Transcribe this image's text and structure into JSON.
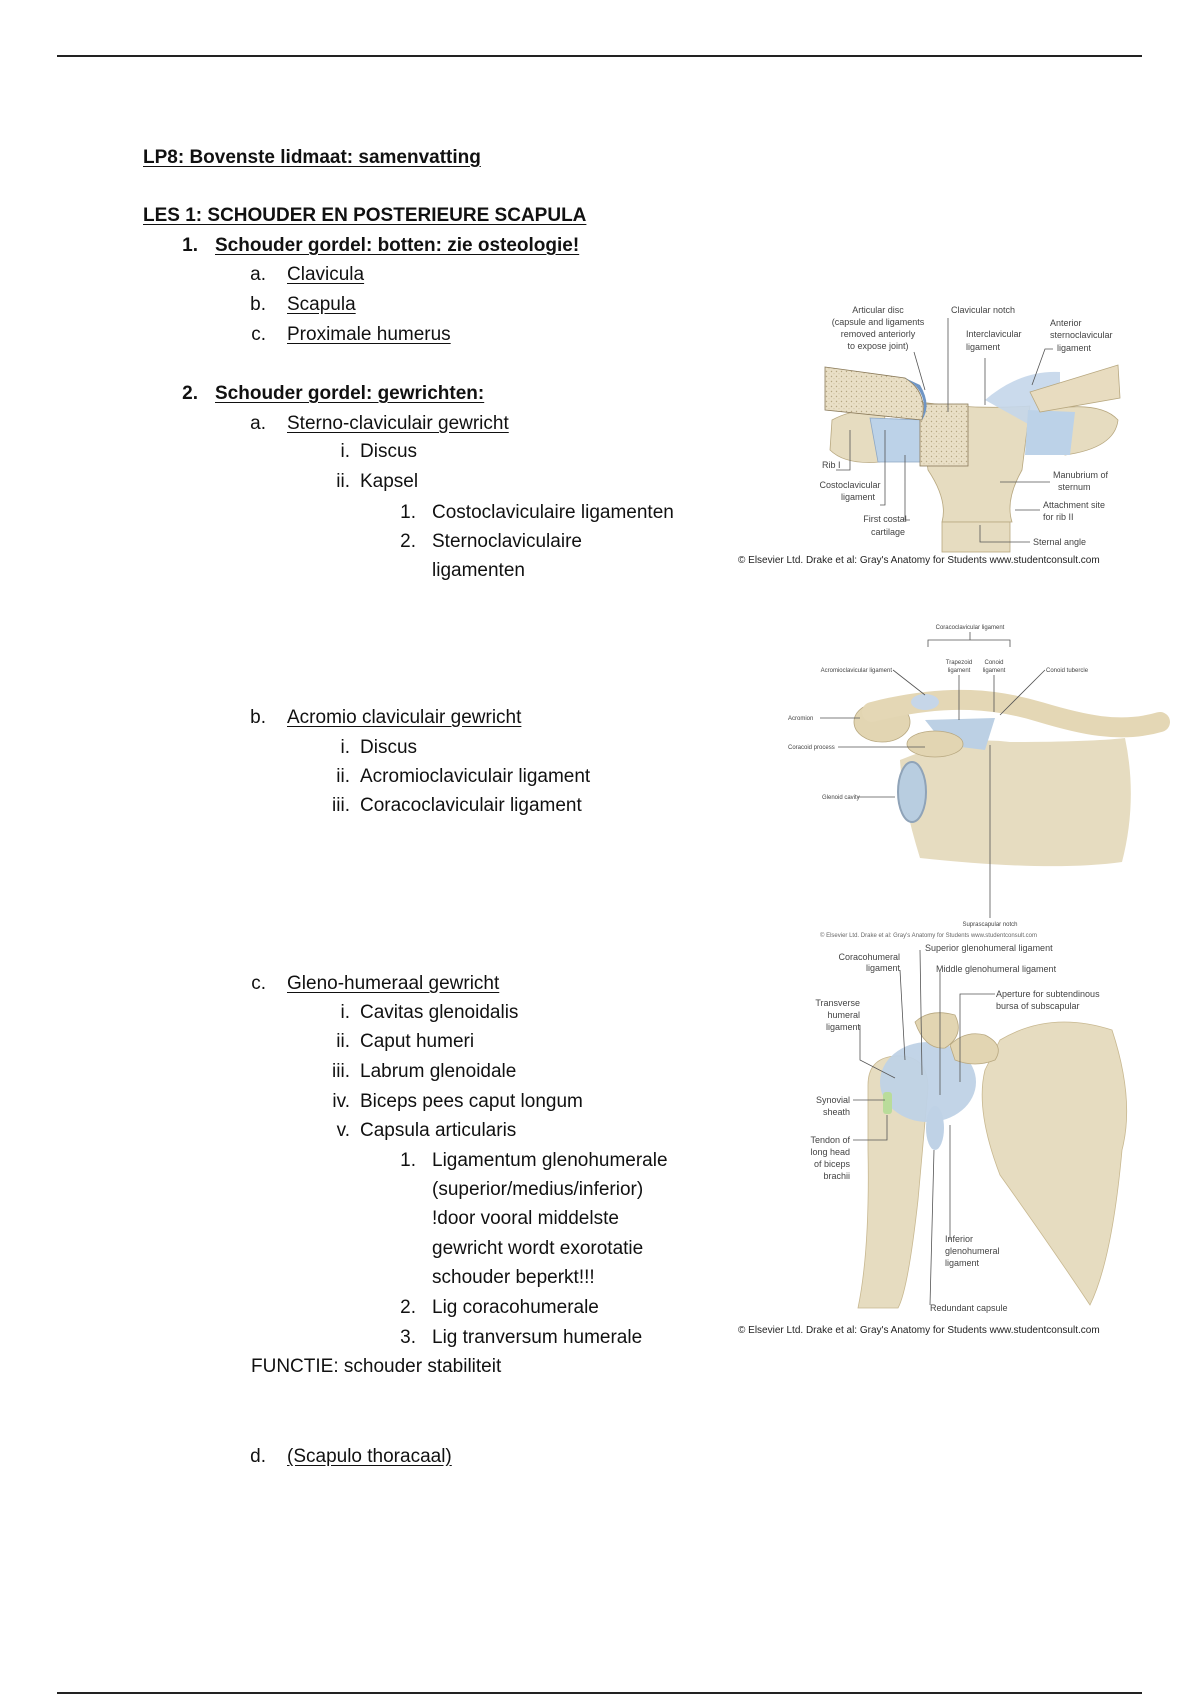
{
  "title": "LP8: Bovenste lidmaat: samenvatting",
  "lesson": "LES 1: SCHOUDER EN POSTERIEURE SCAPULA",
  "s1": {
    "num": "1.",
    "label": "Schouder gordel: botten: zie osteologie!",
    "items": [
      {
        "m": "a.",
        "t": "Clavicula"
      },
      {
        "m": "b.",
        "t": "Scapula"
      },
      {
        "m": "c.",
        "t": "Proximale humerus"
      }
    ]
  },
  "s2": {
    "num": "2.",
    "label": "Schouder gordel: gewrichten:",
    "a": {
      "m": "a.",
      "t": "Sterno-claviculair gewricht",
      "i": {
        "m": "i.",
        "t": "Discus"
      },
      "ii": {
        "m": "ii.",
        "t": "Kapsel"
      },
      "sub": [
        {
          "m": "1.",
          "t": "Costoclaviculaire ligamenten"
        },
        {
          "m": "2.",
          "t": "Sternoclaviculaire",
          "t2": "ligamenten"
        }
      ]
    },
    "b": {
      "m": "b.",
      "t": "Acromio claviculair gewricht",
      "items": [
        {
          "m": "i.",
          "t": "Discus"
        },
        {
          "m": "ii.",
          "t": "Acromioclaviculair ligament"
        },
        {
          "m": "iii.",
          "t": "Coracoclaviculair ligament"
        }
      ]
    },
    "c": {
      "m": "c.",
      "t": "Gleno-humeraal gewricht",
      "items": [
        {
          "m": "i.",
          "t": "Cavitas glenoidalis"
        },
        {
          "m": "ii.",
          "t": "Caput humeri"
        },
        {
          "m": "iii.",
          "t": "Labrum glenoidale"
        },
        {
          "m": "iv.",
          "t": "Biceps pees caput longum"
        },
        {
          "m": "v.",
          "t": "Capsula articularis"
        }
      ],
      "sub": [
        {
          "m": "1.",
          "lines": [
            "Ligamentum glenohumerale",
            "(superior/medius/inferior)",
            "!door vooral middelste",
            "gewricht wordt exorotatie",
            "schouder beperkt!!!"
          ]
        },
        {
          "m": "2.",
          "t": "Lig coracohumerale"
        },
        {
          "m": "3.",
          "t": "Lig tranversum humerale"
        }
      ],
      "function": "FUNCTIE: schouder stabiliteit"
    },
    "d": {
      "m": "d.",
      "t": "(Scapulo thoracaal)"
    }
  },
  "figure1": {
    "labels": {
      "disc": [
        "Articular disc",
        "(capsule and ligaments",
        "removed anteriorly",
        "to  expose joint)"
      ],
      "notch": "Clavicular notch",
      "intercl": [
        "Interclavicular",
        "ligament"
      ],
      "antsc": [
        "Anterior",
        "sternoclavicular",
        "ligament"
      ],
      "rib1": "Rib I",
      "costocl": [
        "Costoclavicular",
        "ligament"
      ],
      "fcc": [
        "First costal",
        "cartilage"
      ],
      "manub": [
        "Manubrium of",
        "sternum"
      ],
      "attach": [
        "Attachment site",
        "for rib II"
      ],
      "angle": "Sternal angle"
    },
    "credit": "© Elsevier Ltd. Drake et al: Gray's Anatomy for Students www.studentconsult.com"
  },
  "figure2": {
    "labels": {
      "coracocl": "Coracoclavicular ligament",
      "trap": [
        "Trapezoid",
        "ligament"
      ],
      "conoid": [
        "Conoid",
        "ligament"
      ],
      "acl": "Acromioclavicular ligament",
      "tub": "Conoid tubercle",
      "acromion": "Acromion",
      "coracoid": "Coracoid process",
      "glenoid": "Glenoid cavity",
      "supra": "Suprascapular notch"
    },
    "credit": "© Elsevier Ltd. Drake et al: Gray's Anatomy for Students www.studentconsult.com"
  },
  "figure3": {
    "labels": {
      "sup": "Superior glenohumeral ligament",
      "coraco": [
        "Coracohumeral",
        "ligament"
      ],
      "mid": "Middle glenohumeral ligament",
      "aperture": [
        "Aperture for subtendinous",
        "bursa of subscapular"
      ],
      "trans": [
        "Transverse",
        "humeral",
        "ligament"
      ],
      "syn": [
        "Synovial",
        "sheath"
      ],
      "tendon": [
        "Tendon of",
        "long head",
        "of biceps",
        "brachii"
      ],
      "inf": [
        "Inferior",
        "glenohumeral",
        "ligament"
      ],
      "red": "Redundant capsule"
    },
    "credit": "© Elsevier Ltd. Drake et al: Gray's Anatomy for Students www.studentconsult.com"
  }
}
